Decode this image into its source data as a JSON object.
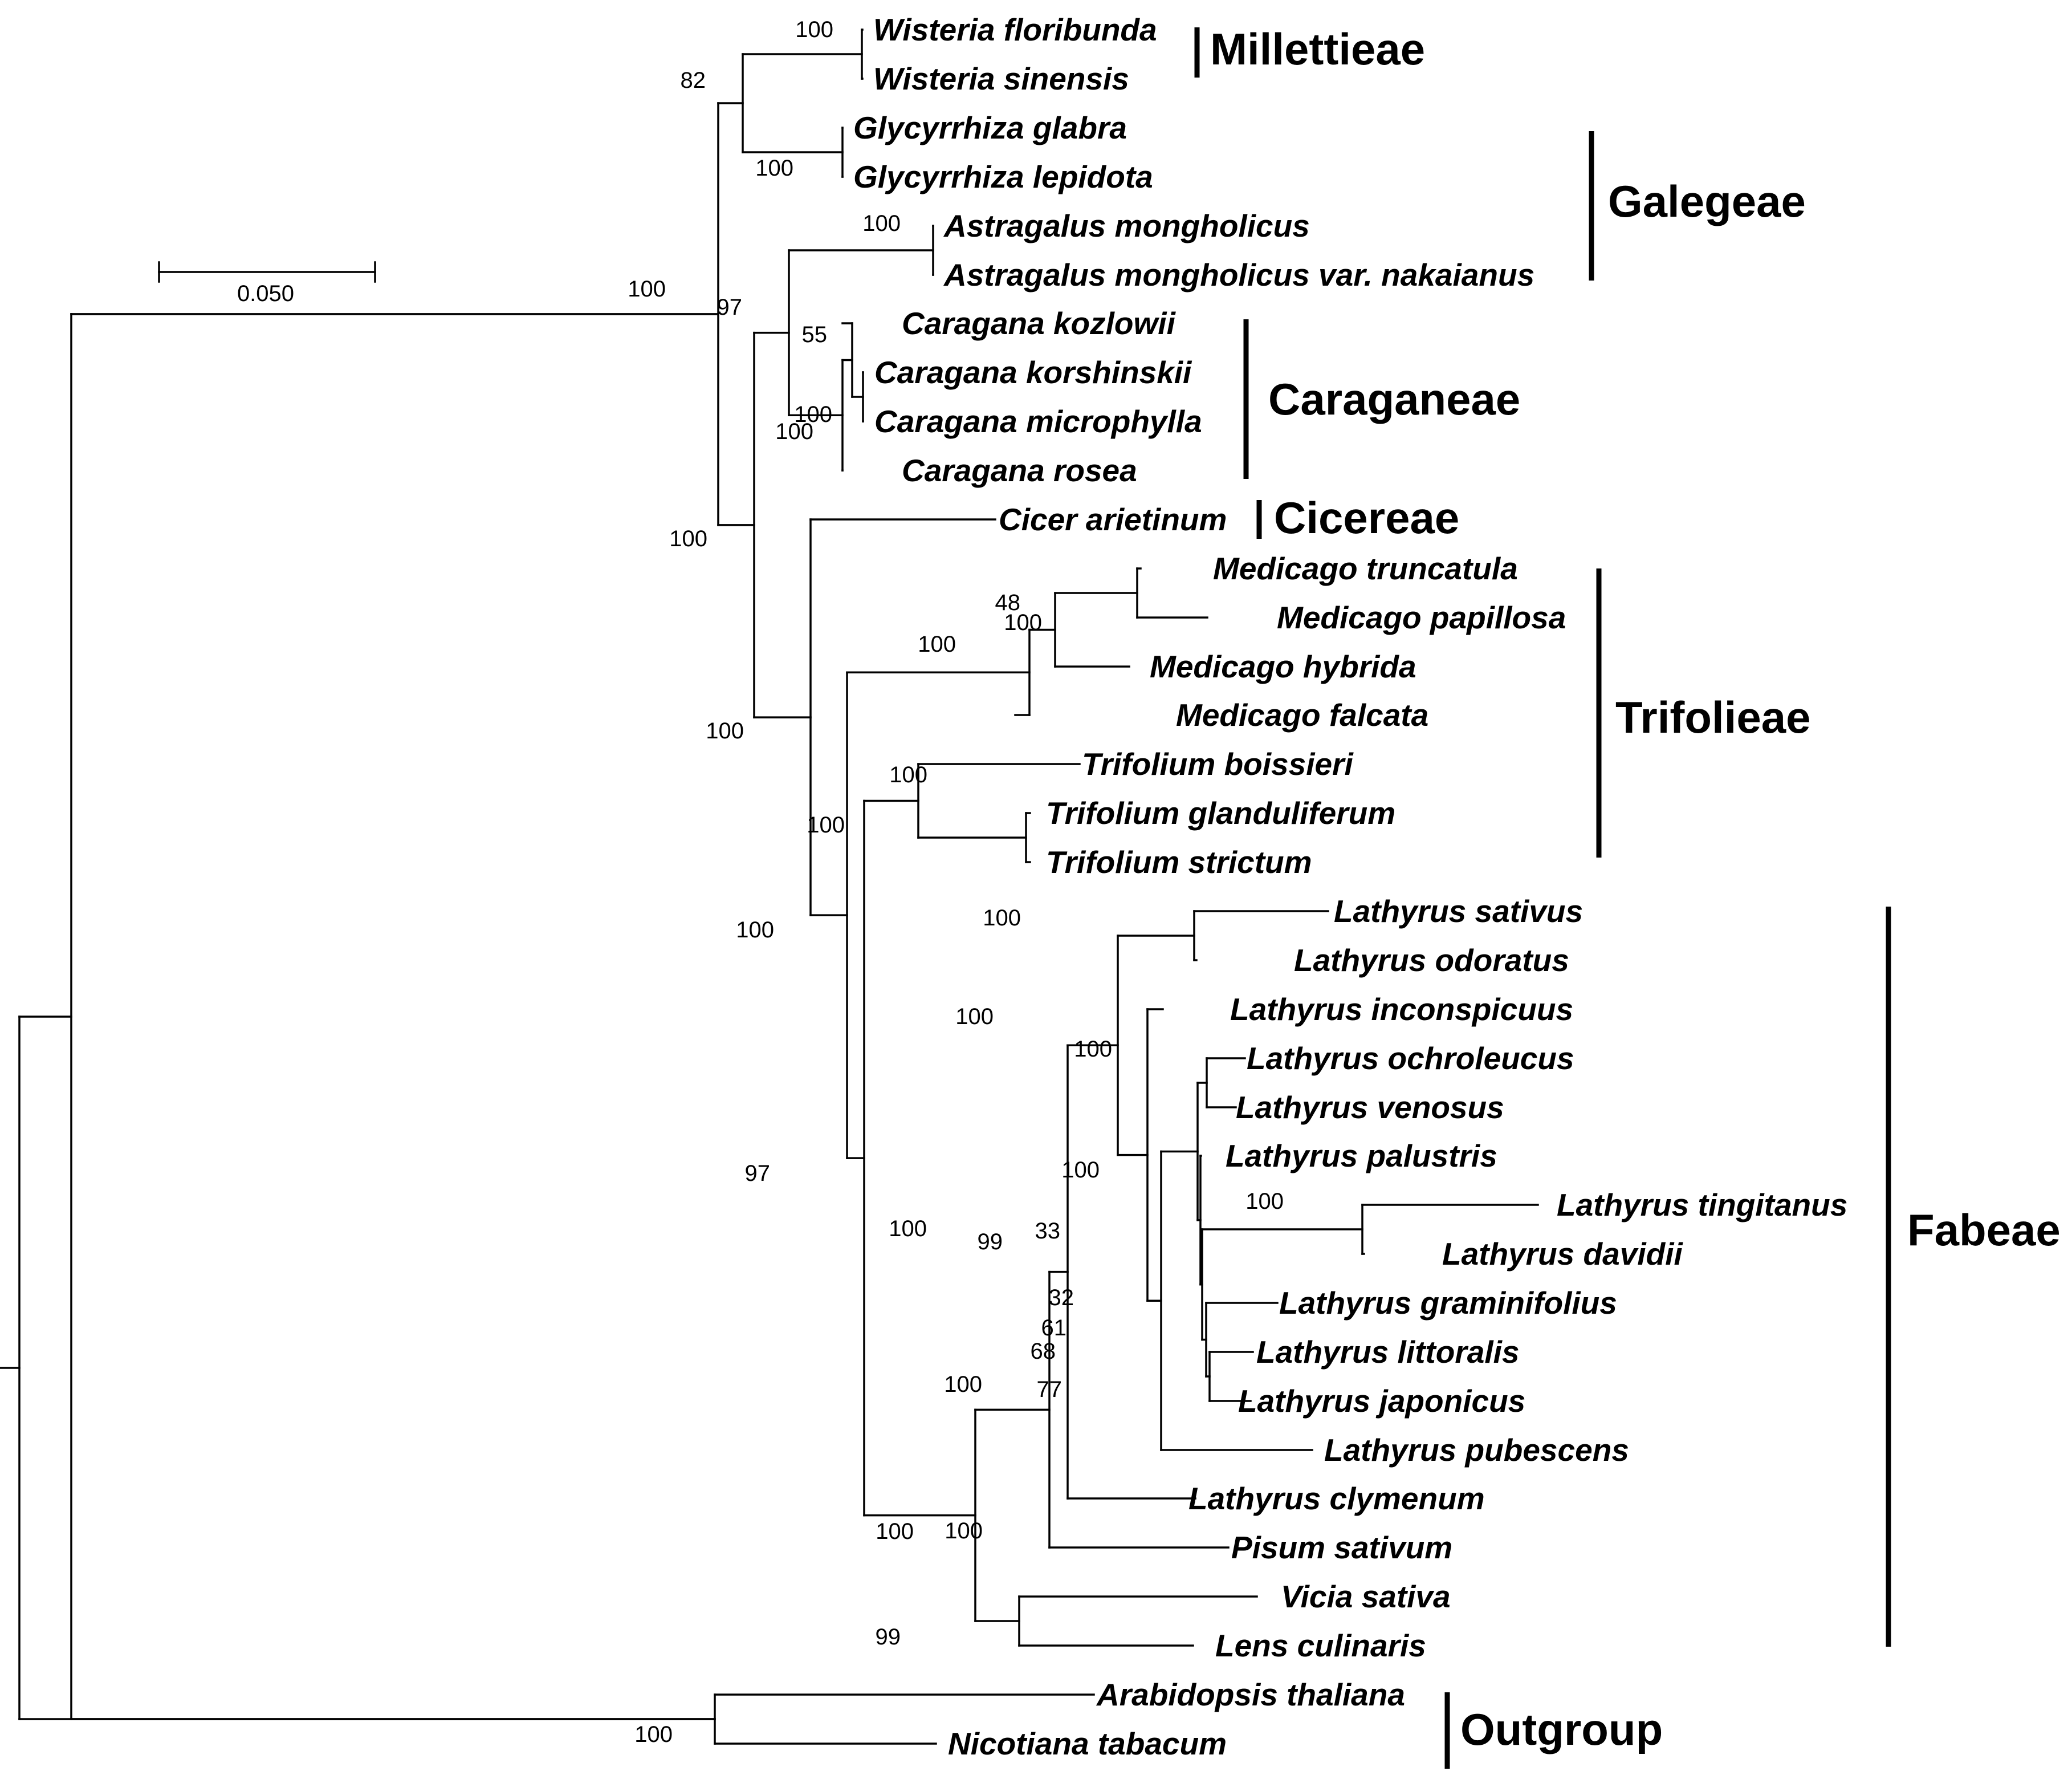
{
  "scale_bar": {
    "label": "0.050"
  },
  "taxa": [
    "Wisteria floribunda",
    "Wisteria sinensis",
    "Glycyrrhiza glabra",
    "Glycyrrhiza lepidota",
    "Astragalus mongholicus",
    "Astragalus mongholicus var. nakaianus",
    "Caragana kozlowii",
    "Caragana korshinskii",
    "Caragana microphylla",
    "Caragana rosea",
    "Cicer arietinum",
    "Medicago truncatula",
    "Medicago papillosa",
    "Medicago hybrida",
    "Medicago falcata",
    "Trifolium boissieri",
    "Trifolium glanduliferum",
    "Trifolium strictum",
    "Lathyrus sativus",
    "Lathyrus odoratus",
    "Lathyrus inconspicuus",
    "Lathyrus ochroleucus",
    "Lathyrus venosus",
    "Lathyrus palustris",
    "Lathyrus tingitanus",
    "Lathyrus davidii",
    "Lathyrus graminifolius",
    "Lathyrus littoralis",
    "Lathyrus japonicus",
    "Lathyrus pubescens",
    "Lathyrus clymenum",
    "Pisum sativum",
    "Vicia sativa",
    "Lens culinaris",
    "Arabidopsis thaliana",
    "Nicotiana tabacum"
  ],
  "tribes": [
    "Millettieae",
    "Galegeae",
    "Caraganeae",
    "Cicereae",
    "Trifolieae",
    "Fabeae",
    "Outgroup"
  ],
  "support_values": [
    "100",
    "82",
    "100",
    "100",
    "100",
    "97",
    "55",
    "100",
    "100",
    "100",
    "100",
    "100",
    "100",
    "48",
    "100",
    "100",
    "100",
    "100",
    "97",
    "100",
    "100",
    "100",
    "100",
    "100",
    "61",
    "33",
    "100",
    "32",
    "68",
    "77",
    "99",
    "100",
    "100",
    "99",
    "100"
  ]
}
